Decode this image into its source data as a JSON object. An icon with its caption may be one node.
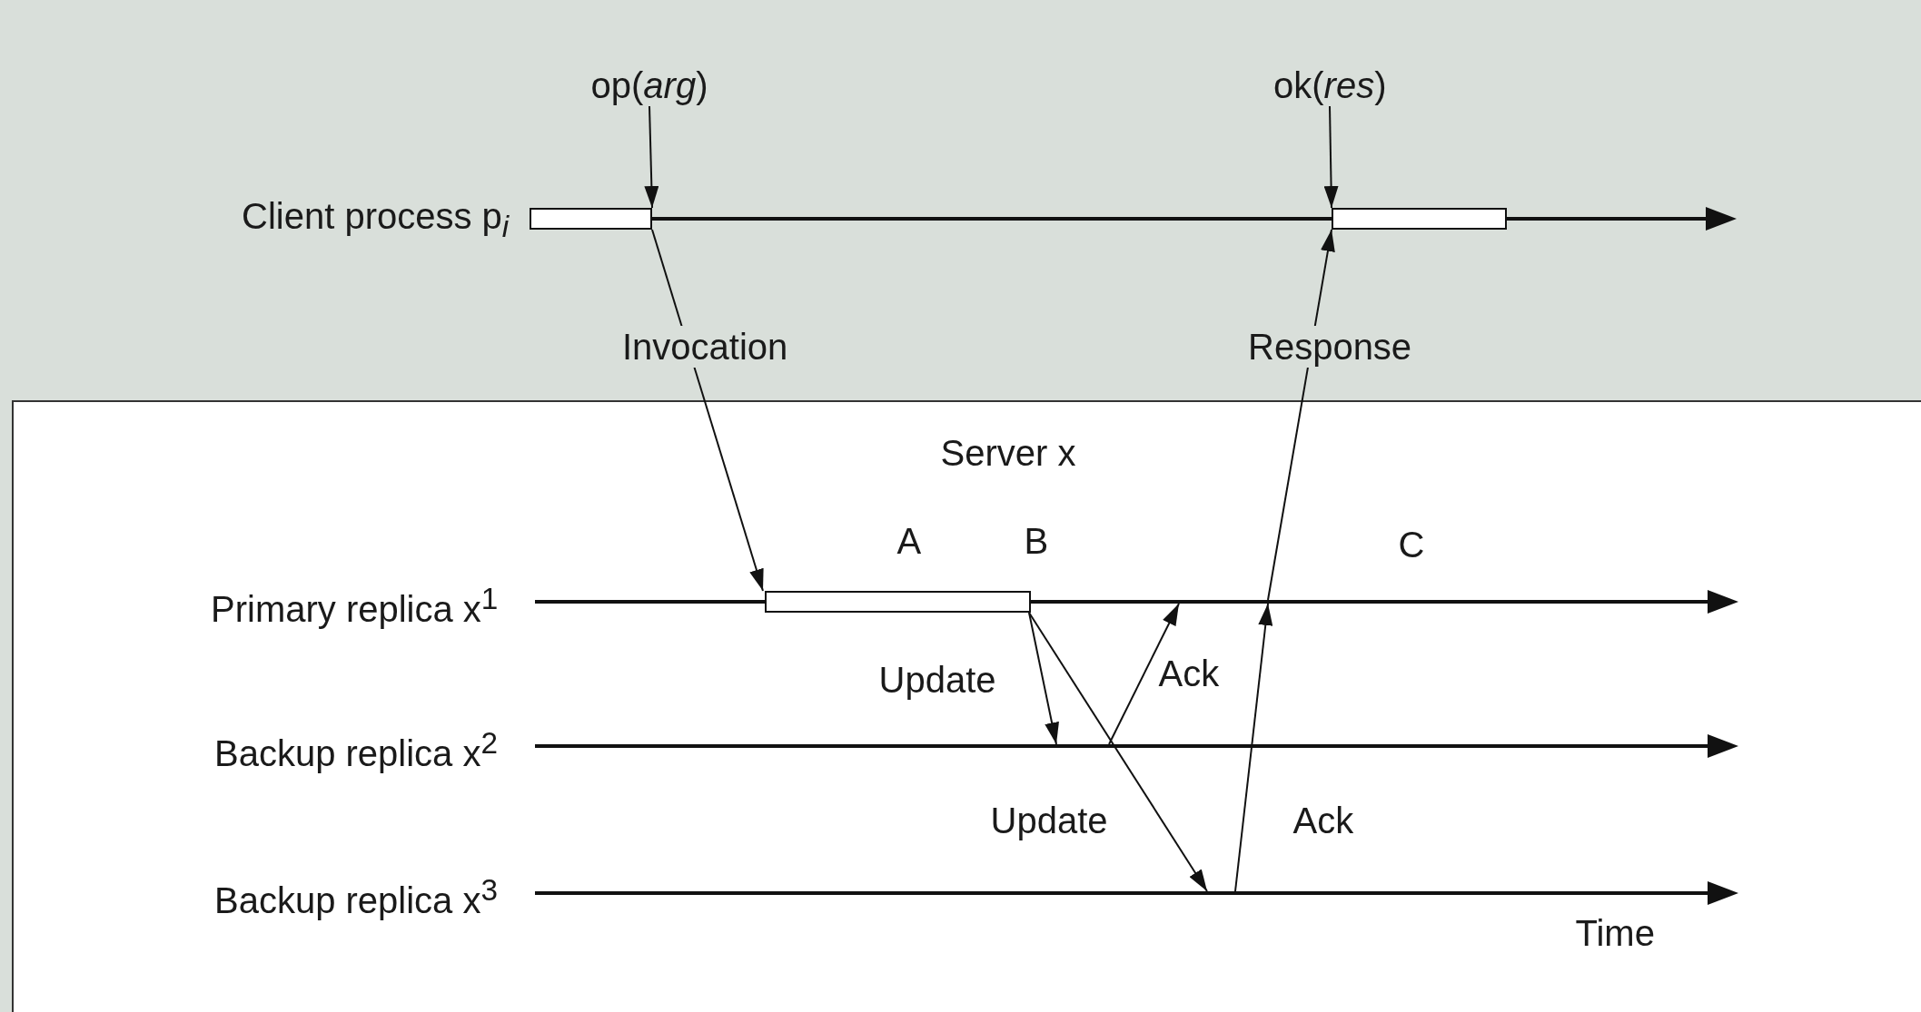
{
  "diagram": {
    "nodes": [
      {
        "text": [
          "Server x"
        ]
      },
      {
        "text": [],
        "shape": "bar"
      },
      {
        "text": [],
        "shape": "box",
        "beside": [
          "Client process p$_{i}$"
        ]
      },
      {
        "text": [],
        "shape": "box"
      },
      {
        "text": [],
        "shape": "bar",
        "beside": [
          "Primary replica x$^{1}$"
        ],
        "in": 0
      },
      {
        "text": [],
        "shape": "box",
        "in": 0
      },
      {
        "text": [],
        "shape": "bar",
        "beside": [
          "Backup replica x$^{2}$"
        ],
        "in": 0
      },
      {
        "text": [],
        "shape": "bar",
        "beside": [
          "Backup replica x$^{3}$"
        ],
        "in": 0
      },
      {
        "text": [
          "op(*arg*)"
        ]
      },
      {
        "text": [
          "ok(*res*)"
        ]
      }
    ],
    "edges": [
      {
        "from": 2,
        "to": 5,
        "arrow": "to",
        "label": "Invocation"
      },
      {
        "from": 5,
        "to": 6,
        "arrow": "to",
        "label": "Update"
      },
      {
        "from": 5,
        "to": 7,
        "arrow": "to",
        "label": "Update"
      },
      {
        "from": 6,
        "to": 4,
        "arrow": "to",
        "label": "Ack"
      },
      {
        "from": 7,
        "to": 4,
        "arrow": "to",
        "label": "Ack"
      },
      {
        "from": 4,
        "to": 3,
        "arrow": "to",
        "label": "Response"
      },
      {
        "from": 8,
        "to": 2,
        "arrow": "to"
      },
      {
        "from": 9,
        "to": 3,
        "arrow": "to"
      }
    ],
    "labels": [
      "A",
      "B",
      "C",
      "Time"
    ]
  }
}
